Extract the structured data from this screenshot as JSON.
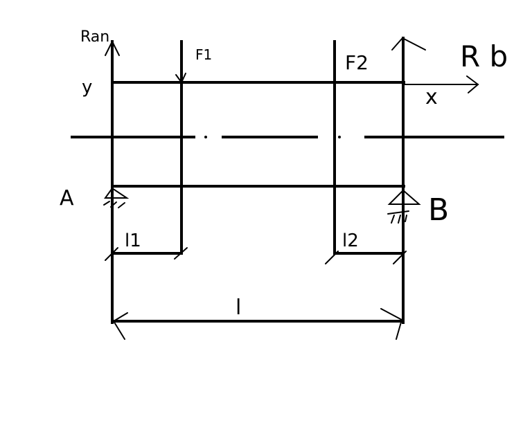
{
  "labels": {
    "reaction_a": "Ran",
    "reaction_b": "R b",
    "axis_y": "y",
    "axis_x": "x",
    "force_1": "F1",
    "force_2": "F2",
    "support_a": "A",
    "support_b": "B",
    "dim_l1": "l1",
    "dim_l2": "l2",
    "dim_l": "l"
  },
  "colors": {
    "ink": "#000000",
    "paper": "#ffffff"
  }
}
